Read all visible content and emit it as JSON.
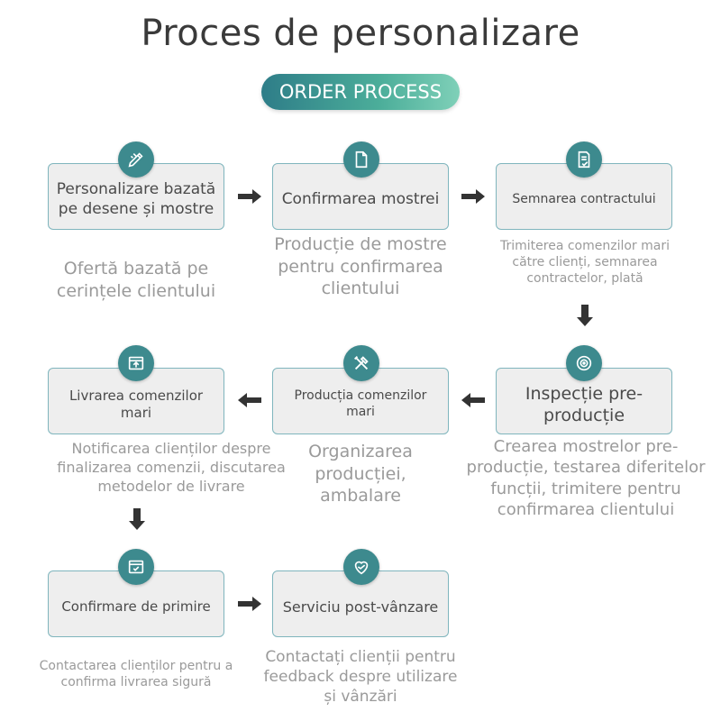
{
  "title": "Proces de personalizare",
  "subtitle": "ORDER PROCESS",
  "steps": [
    {
      "label": "Personalizare bazată pe desene și mostre",
      "desc": "Ofertă bazată pe cerințele clientului",
      "icon": "pencil-ruler-icon"
    },
    {
      "label": "Confirmarea mostrei",
      "desc": "Producție de mostre pentru confirmarea clientului",
      "icon": "document-icon"
    },
    {
      "label": "Semnarea contractului",
      "desc": "Trimiterea comenzilor mari către clienți, semnarea contractelor, plată",
      "icon": "contract-sign-icon"
    },
    {
      "label": "Inspecție pre-producție",
      "desc": "Crearea mostrelor pre-producție, testarea diferitelor funcții, trimitere pentru confirmarea clientului",
      "icon": "target-gauge-icon"
    },
    {
      "label": "Producția comenzilor mari",
      "desc": "Organizarea producției, ambalare",
      "icon": "tools-icon"
    },
    {
      "label": "Livrarea comenzilor mari",
      "desc": "Notificarea clienților despre finalizarea comenzii, discutarea metodelor de livrare",
      "icon": "upload-box-icon"
    },
    {
      "label": "Confirmare de primire",
      "desc": "Contactarea clienților pentru a confirma livrarea sigură",
      "icon": "check-box-icon"
    },
    {
      "label": "Serviciu post-vânzare",
      "desc": "Contactați clienții pentru feedback despre utilizare și vânzări",
      "icon": "handshake-heart-icon"
    }
  ],
  "colors": {
    "accent": "#3d8a8e",
    "box_border": "#7fb5bd",
    "box_fill": "#eeeeee",
    "arrow": "#333333"
  }
}
